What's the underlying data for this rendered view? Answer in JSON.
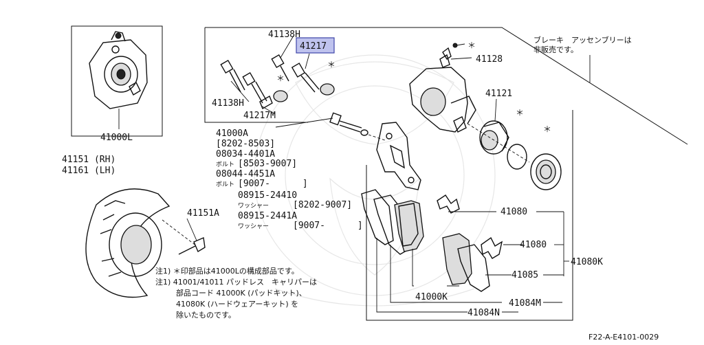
{
  "labels": {
    "p41138H_top": "41138H",
    "p41217_hl": "41217",
    "p41128": "41128",
    "p41121": "41121",
    "p41138H_left": "41138H",
    "p41217M": "41217M",
    "p41000L": "41000L",
    "p41000A": "41000A",
    "p41000A_range": "[8202-8503]",
    "p08034": "08034-4401A",
    "bolt1": "ボルト",
    "p08034_range": "[8503-9007]",
    "p08044": "08044-4451A",
    "bolt2": "ボルト",
    "p08044_range": "[9007-      ]",
    "p08915_24410": "08915-24410",
    "washer1": "ワッシャー",
    "p08915_24410_range": "[8202-9007]",
    "p08915_2441A": "08915-2441A",
    "washer2": "ワッシャー",
    "p08915_2441A_range": "[9007-      ]",
    "p41151_rh": "41151 (RH)",
    "p41161_lh": "41161 (LH)",
    "p41151A": "41151A",
    "p41080_a": "41080",
    "p41080_b": "41080",
    "p41080K": "41080K",
    "p41085": "41085",
    "p41000K": "41000K",
    "p41084M": "41084M",
    "p41084N": "41084N"
  },
  "notes": {
    "assembly_note_1": "ブレーキ　アッセンブリーは",
    "assembly_note_2": "非販売です。",
    "note1": "注1) ＊印部品は41000Lの構成部品です。",
    "note2": "注1) 41001/41011 パッドレス　キャリパーは",
    "note3": "部品コード 41000K (パッドキット)、",
    "note4": "41080K (ハードウェアーキット) を",
    "note5": "除いたものです。"
  },
  "star_symbol": "＊",
  "figure_code": "F22-A-E4101-0029",
  "colors": {
    "highlight_fill": "#bfc3ee",
    "highlight_stroke": "#3d44a8",
    "line": "#111111",
    "watermark": "#c8c8c8"
  }
}
